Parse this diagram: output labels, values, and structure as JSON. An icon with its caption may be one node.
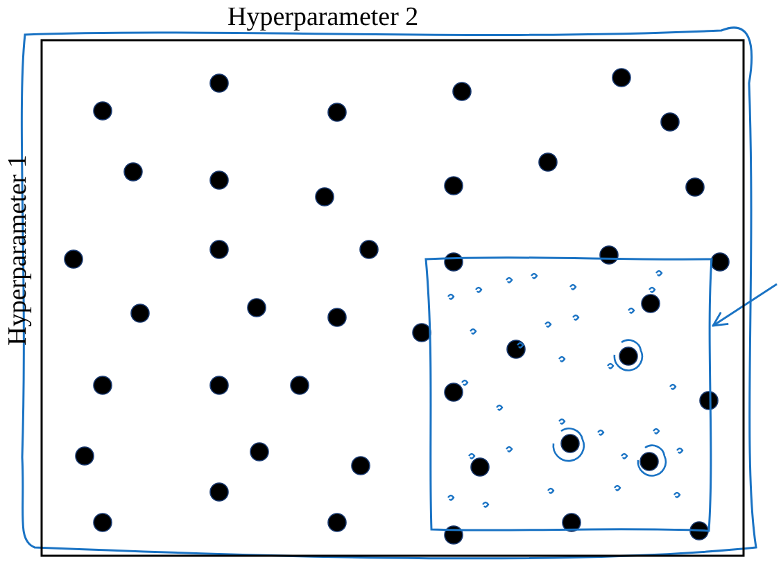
{
  "diagram": {
    "nodes": [
      {
        "text": [],
        "shape": "box"
      },
      {
        "text": [],
        "shape": "box",
        "in": 0
      }
    ],
    "edges": [
      {
        "from": null,
        "to": 1,
        "arrow": "to"
      }
    ],
    "labels": [
      "Hyperparameter 2",
      "Hyperparameter 1"
    ]
  }
}
